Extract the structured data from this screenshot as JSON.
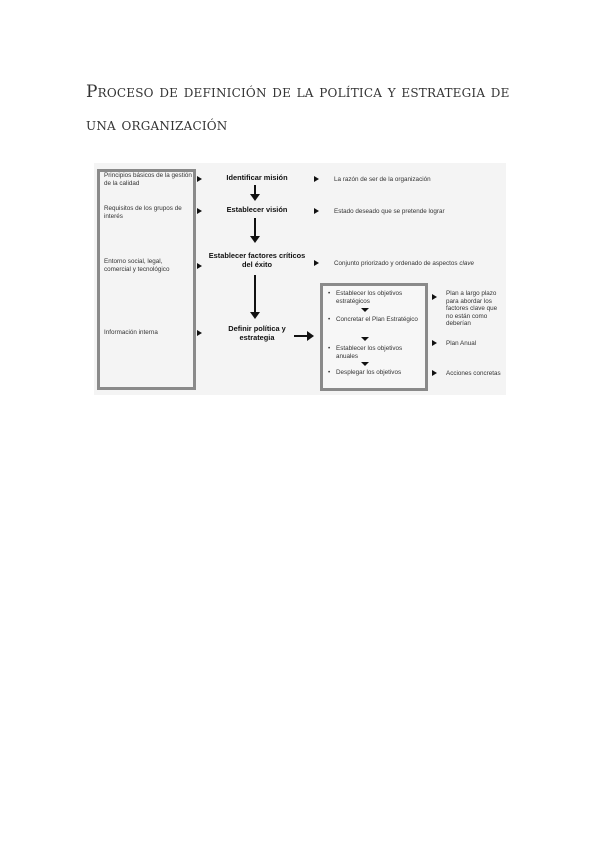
{
  "title": "Proceso de definición de la política y estrategia de una organización",
  "diagram": {
    "inputs": [
      "Principios básicos de la gestión de la calidad",
      "Requisitos de los grupos de interés",
      "Entorno social, legal, comercial y tecnológico",
      "Información interna"
    ],
    "steps": [
      "Identificar misión",
      "Establecer visión",
      "Establecer factores críticos del éxito",
      "Definir política y estrategia"
    ],
    "outcomes": {
      "mission": "La razón de ser de la organización",
      "vision": "Estado deseado que se  pretende lograr",
      "factors_prefix": "Conjunto priorizado y ordenado de aspectos",
      "factors_italic": "clave"
    },
    "sub_steps": [
      "Establecer los objetivos estratégicos",
      "Concretar el Plan Estratégico",
      "Establecer los objetivos anuales",
      "Desplegar los  objetivos"
    ],
    "results": [
      "Plan a largo plazo para abordar los factores clave que no están como deberían",
      "Plan Anual",
      "Acciones concretas"
    ]
  }
}
